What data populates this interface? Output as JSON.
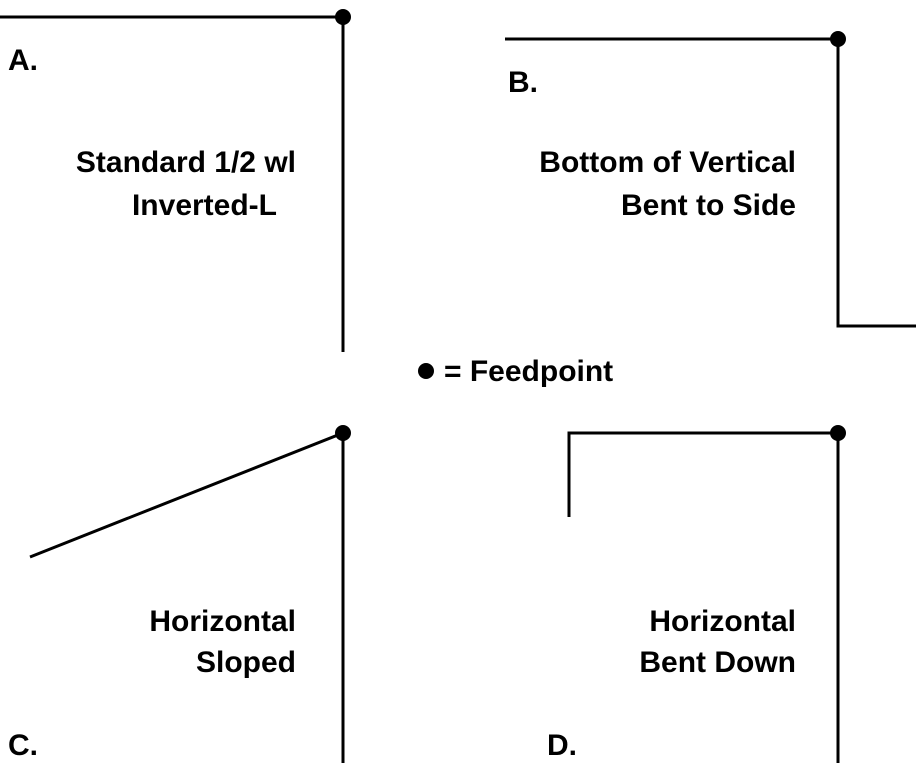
{
  "colors": {
    "line": "#000000",
    "background": "#ffffff"
  },
  "legend": {
    "symbol_icon": "filled-dot-icon",
    "text": "= Feedpoint"
  },
  "panels": [
    {
      "letter": "A.",
      "caption": [
        "Standard 1/2 wl",
        "Inverted-L"
      ]
    },
    {
      "letter": "B.",
      "caption": [
        "Bottom of Vertical",
        "Bent to Side"
      ]
    },
    {
      "letter": "C.",
      "caption": [
        "Horizontal",
        "Sloped"
      ]
    },
    {
      "letter": "D.",
      "caption": [
        "Horizontal",
        "Bent Down"
      ]
    }
  ]
}
